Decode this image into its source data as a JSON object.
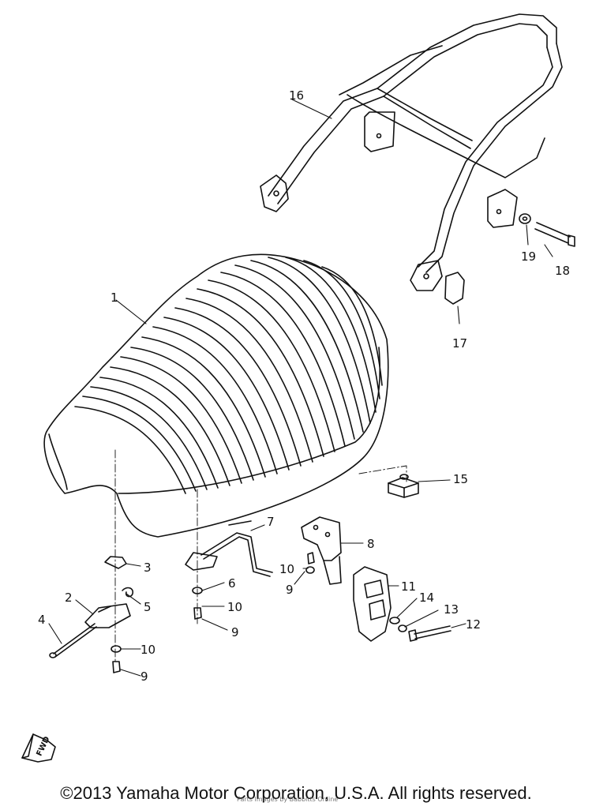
{
  "diagram": {
    "callouts": [
      "1",
      "2",
      "3",
      "4",
      "5",
      "6",
      "7",
      "8",
      "9",
      "10",
      "11",
      "12",
      "13",
      "14",
      "15",
      "16",
      "17",
      "18",
      "19"
    ],
    "repeat_callouts": [
      "9",
      "9",
      "9",
      "10",
      "10",
      "10"
    ],
    "fwd_label": "FWD"
  },
  "footer": {
    "copyright": "©2013 Yamaha Motor Corporation, U.S.A. All rights reserved.",
    "watermark": "Parts Images by Babbitts Online"
  }
}
